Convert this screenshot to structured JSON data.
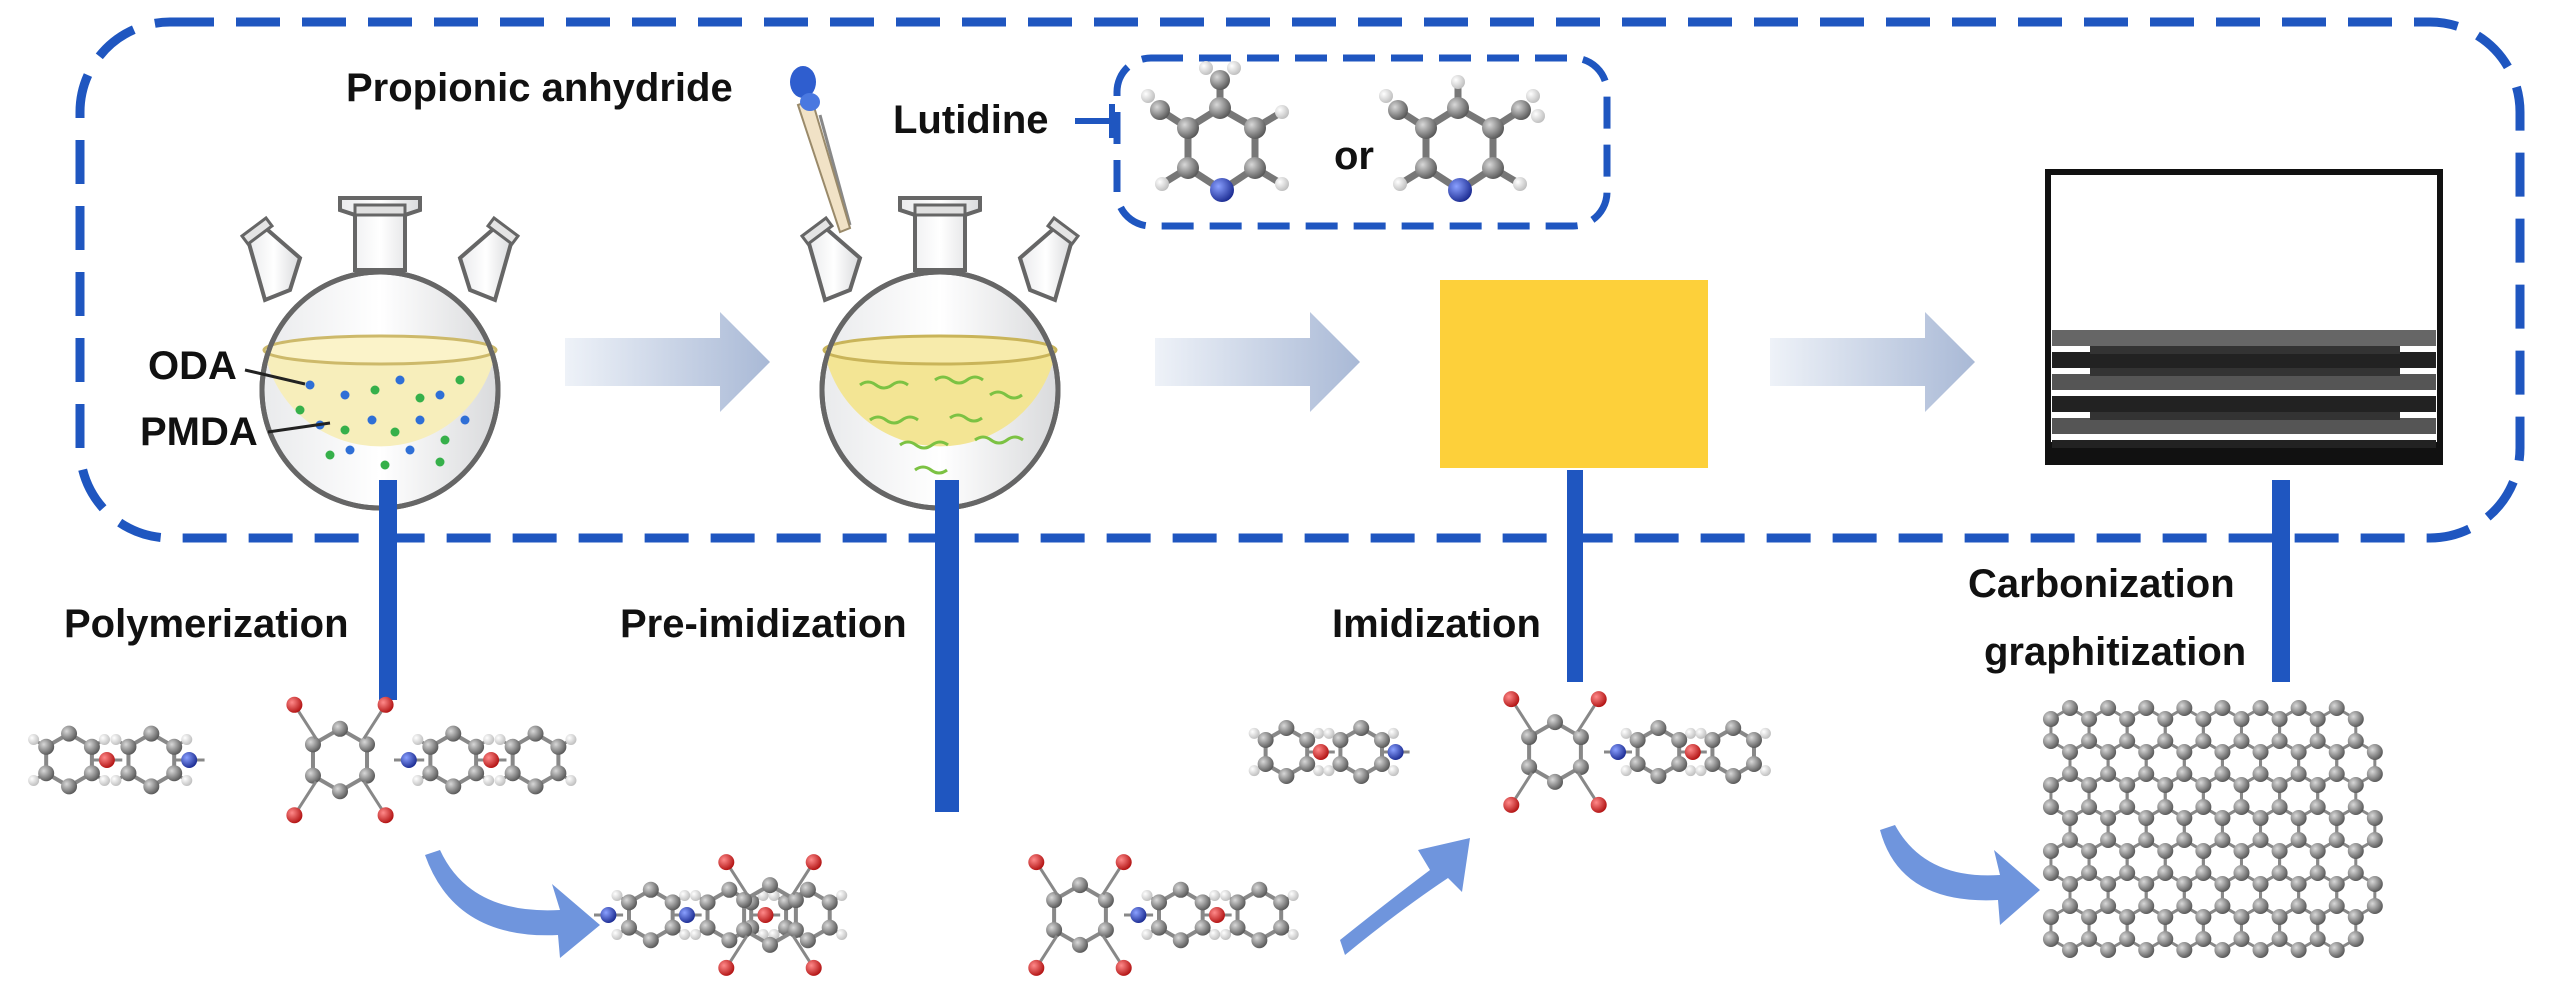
{
  "labels": {
    "propionic_anhydride": "Propionic anhydride",
    "lutidine": "Lutidine",
    "or": "or",
    "oda": "ODA",
    "pmda": "PMDA"
  },
  "steps": [
    {
      "id": "polymerization",
      "label": "Polymerization"
    },
    {
      "id": "pre-imidization",
      "label": "Pre-imidization"
    },
    {
      "id": "imidization",
      "label": "Imidization"
    },
    {
      "id": "carbonization",
      "label": "Carbonization",
      "label2": "graphitization"
    }
  ],
  "colors": {
    "dash_border": "#1f56c0",
    "connector": "#1f56c0",
    "solution": "#f7eebb",
    "film": "#fdd03a",
    "carbon": "#222222",
    "oda_dot": "#2f6fd6",
    "pmda_dot": "#36b04a",
    "chain": "#7cc243",
    "arrow_fill": "#b8c6df",
    "curved_arrow": "#6f95dd",
    "atom_carbon": "#6b6b6b",
    "atom_oxygen": "#d32020",
    "atom_nitrogen": "#2a3fb8",
    "atom_hydrogen": "#e6e6e6"
  }
}
